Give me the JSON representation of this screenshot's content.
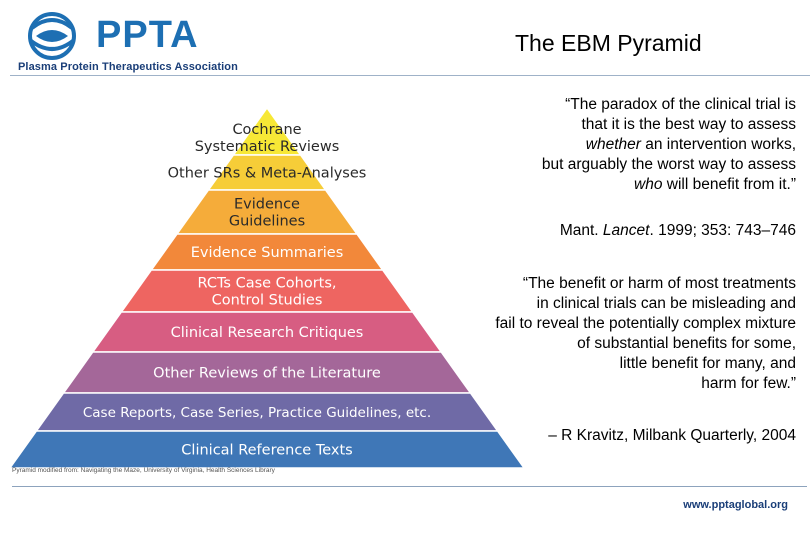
{
  "header": {
    "logo_text": "PPTA",
    "logo_subtitle": "Plasma Protein Therapeutics Association",
    "slide_title": "The EBM Pyramid"
  },
  "pyramid": {
    "levels": [
      {
        "label_lines": [
          "Cochrane",
          "Systematic Reviews"
        ],
        "color": "#f7e836"
      },
      {
        "label_lines": [
          "Other SRs & Meta-Analyses"
        ],
        "color": "#f6cd38"
      },
      {
        "label_lines": [
          "Evidence",
          "Guidelines"
        ],
        "color": "#f5ac3a"
      },
      {
        "label_lines": [
          "Evidence Summaries"
        ],
        "color": "#f2883a"
      },
      {
        "label_lines": [
          "RCTs Case Cohorts,",
          "Control Studies"
        ],
        "color": "#ee6561"
      },
      {
        "label_lines": [
          "Clinical Research Critiques"
        ],
        "color": "#d75d82"
      },
      {
        "label_lines": [
          "Other Reviews of the Literature"
        ],
        "color": "#a46799"
      },
      {
        "label_lines": [
          "Case Reports, Case Series, Practice Guidelines, etc."
        ],
        "color": "#6f6aa6"
      },
      {
        "label_lines": [
          "Clinical Reference Texts"
        ],
        "color": "#3f77b7"
      }
    ],
    "source_credit": "Pyramid modified from: Navigating the Maze, University of Virginia, Health Sciences Library"
  },
  "quote1": {
    "lines": [
      "“The paradox of the clinical trial is",
      "that it is the best way to assess",
      "whether an intervention works,",
      "but arguably the worst way to assess",
      "who will benefit from it.”"
    ],
    "citation": "Mant. Lancet. 1999; 353: 743–746"
  },
  "quote2": {
    "lines": [
      "“The benefit or harm of most treatments",
      "in clinical trials can be misleading and",
      "fail to reveal the potentially complex mixture",
      "of substantial benefits for some,",
      "little benefit for many, and",
      "harm for few.”"
    ],
    "citation": "– R Kravitz, Milbank Quarterly, 2004"
  },
  "footer": {
    "url": "www.pptaglobal.org"
  }
}
